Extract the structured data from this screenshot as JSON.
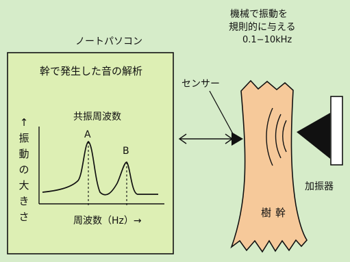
{
  "labels": {
    "laptop": "ノートパソコン",
    "panel_title": "幹で発生した音の解析",
    "peak_title": "共振周波数",
    "peak_a": "A",
    "peak_b": "B",
    "y_axis_arrow": "↑",
    "y_axis_chars": [
      "振",
      "動",
      "の",
      "大",
      "き",
      "さ"
    ],
    "x_axis": "周波数（Hz）→",
    "sensor": "センサー",
    "shaker": "加振器",
    "trunk": "樹幹",
    "top_line_1": "機械で振動を",
    "top_line_2": "規則的に与える",
    "top_line_3": "0.1−10kHz"
  },
  "colors": {
    "background": "#d6ecc9",
    "panel_fill": "#ddefb4",
    "trunk_fill": "#f6c99a",
    "ink": "#111111"
  }
}
